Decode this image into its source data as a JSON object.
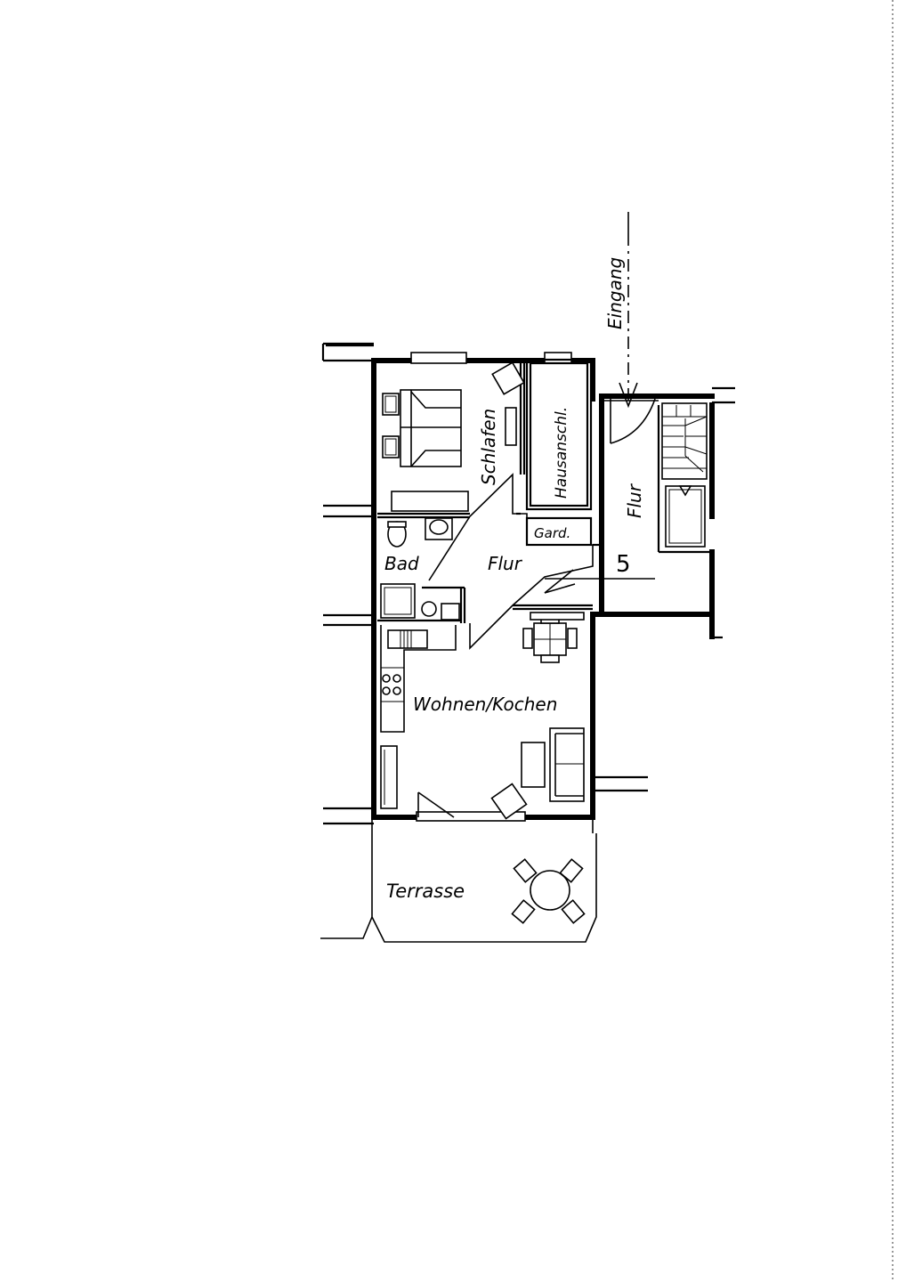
{
  "rooms": {
    "schlafen": "Schlafen",
    "hausanschl": "Hausanschl.",
    "flur_upper": "Flur",
    "gard": "Gard.",
    "bad": "Bad",
    "flur_main": "Flur",
    "wohnen_kochen": "Wohnen/Kochen",
    "terrasse": "Terrasse"
  },
  "entrance": "Eingang",
  "unit_number": "5"
}
